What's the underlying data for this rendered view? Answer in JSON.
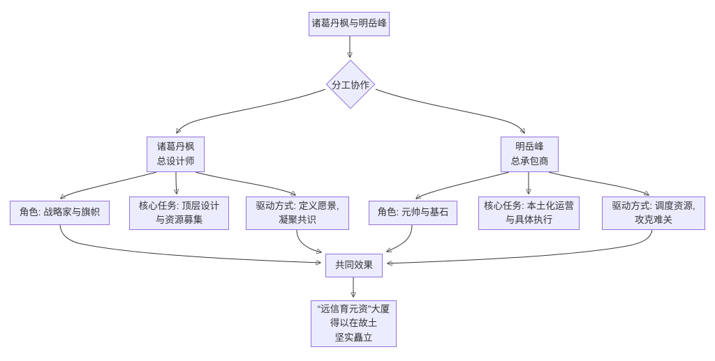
{
  "diagram": {
    "type": "flowchart",
    "colors": {
      "node_fill": "#ECECFF",
      "node_border": "#9370DB",
      "edge_stroke": "#333333",
      "text": "#333333",
      "background": "#FFFFFF"
    },
    "nodes": {
      "root": {
        "label": "诸葛丹枫与明岳峰"
      },
      "decision": {
        "label": "分工协作",
        "shape": "diamond"
      },
      "zhuge": {
        "lines": [
          "诸葛丹枫",
          "总设计师"
        ]
      },
      "ming": {
        "lines": [
          "明岳峰",
          "总承包商"
        ]
      },
      "zhuge_role": {
        "label": "角色: 战略家与旗帜"
      },
      "zhuge_task": {
        "lines": [
          "核心任务: 顶层设计",
          "与资源募集"
        ]
      },
      "zhuge_drive": {
        "lines": [
          "驱动方式: 定义愿景,",
          "凝聚共识"
        ]
      },
      "ming_role": {
        "label": "角色: 元帅与基石"
      },
      "ming_task": {
        "lines": [
          "核心任务: 本土化运营",
          "与具体执行"
        ]
      },
      "ming_drive": {
        "lines": [
          "驱动方式: 调度资源,",
          "攻克难关"
        ]
      },
      "effect": {
        "label": "共同效果"
      },
      "result": {
        "lines": [
          "“远信育元资”大厦",
          "得以在故土",
          "坚实矗立"
        ]
      }
    },
    "edges": [
      {
        "from": "root",
        "to": "decision"
      },
      {
        "from": "decision",
        "to": "zhuge"
      },
      {
        "from": "decision",
        "to": "ming"
      },
      {
        "from": "zhuge",
        "to": "zhuge_role"
      },
      {
        "from": "zhuge",
        "to": "zhuge_task"
      },
      {
        "from": "zhuge",
        "to": "zhuge_drive"
      },
      {
        "from": "ming",
        "to": "ming_role"
      },
      {
        "from": "ming",
        "to": "ming_task"
      },
      {
        "from": "ming",
        "to": "ming_drive"
      },
      {
        "from": "zhuge_role",
        "to": "effect"
      },
      {
        "from": "zhuge_drive",
        "to": "effect"
      },
      {
        "from": "ming_role",
        "to": "effect"
      },
      {
        "from": "ming_drive",
        "to": "effect"
      },
      {
        "from": "effect",
        "to": "result"
      }
    ]
  }
}
